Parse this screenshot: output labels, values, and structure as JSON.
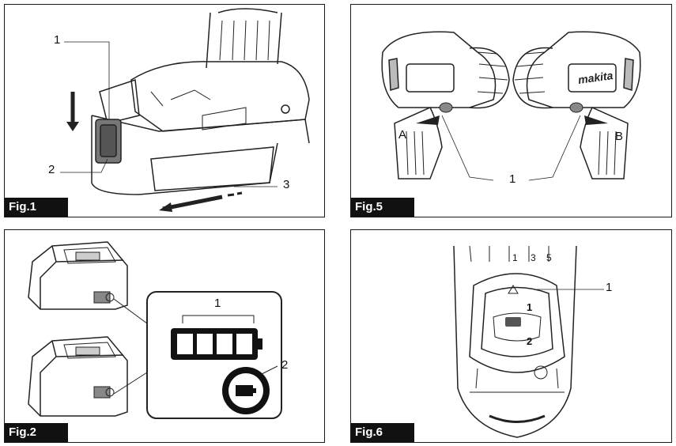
{
  "figures": [
    {
      "label": "Fig.1",
      "callouts": [
        "1",
        "2",
        "3"
      ]
    },
    {
      "label": "Fig.5",
      "callouts": [
        "A",
        "B",
        "1"
      ]
    },
    {
      "label": "Fig.2",
      "callouts": [
        "1",
        "2"
      ]
    },
    {
      "label": "Fig.6",
      "callouts": [
        "1"
      ],
      "dial_marks": [
        "1",
        "2"
      ],
      "speed_marks": [
        "1",
        "3",
        "5"
      ]
    }
  ],
  "brand_text": "makita"
}
